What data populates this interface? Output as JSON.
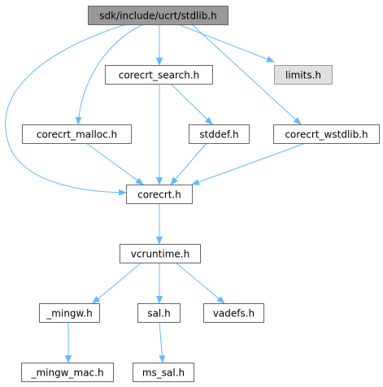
{
  "colors": {
    "edge": "#63b8ff",
    "node_fill": "#ffffff",
    "node_border": "#666666",
    "root_fill": "#999999",
    "root_border": "#666666",
    "external_fill": "#e0e0e0",
    "external_border": "#999999",
    "text": "#000000"
  },
  "nodes": [
    {
      "id": "stdlib",
      "label": "sdk/include/ucrt/stdlib.h",
      "style": "root"
    },
    {
      "id": "corecrt_search",
      "label": "corecrt_search.h",
      "style": "normal"
    },
    {
      "id": "limits",
      "label": "limits.h",
      "style": "external"
    },
    {
      "id": "corecrt_malloc",
      "label": "corecrt_malloc.h",
      "style": "normal"
    },
    {
      "id": "stddef",
      "label": "stddef.h",
      "style": "normal"
    },
    {
      "id": "corecrt_wstdlib",
      "label": "corecrt_wstdlib.h",
      "style": "normal"
    },
    {
      "id": "corecrt",
      "label": "corecrt.h",
      "style": "normal"
    },
    {
      "id": "vcruntime",
      "label": "vcruntime.h",
      "style": "normal"
    },
    {
      "id": "mingw",
      "label": "_mingw.h",
      "style": "normal"
    },
    {
      "id": "sal",
      "label": "sal.h",
      "style": "normal"
    },
    {
      "id": "vadefs",
      "label": "vadefs.h",
      "style": "normal"
    },
    {
      "id": "mingw_mac",
      "label": "_mingw_mac.h",
      "style": "normal"
    },
    {
      "id": "ms_sal",
      "label": "ms_sal.h",
      "style": "normal"
    }
  ],
  "edges": [
    {
      "from": "stdlib",
      "to": "corecrt_search"
    },
    {
      "from": "stdlib",
      "to": "limits"
    },
    {
      "from": "stdlib",
      "to": "corecrt_malloc"
    },
    {
      "from": "stdlib",
      "to": "corecrt_wstdlib"
    },
    {
      "from": "stdlib",
      "to": "corecrt"
    },
    {
      "from": "corecrt_search",
      "to": "stddef"
    },
    {
      "from": "corecrt_search",
      "to": "corecrt"
    },
    {
      "from": "corecrt_malloc",
      "to": "corecrt"
    },
    {
      "from": "stddef",
      "to": "corecrt"
    },
    {
      "from": "corecrt_wstdlib",
      "to": "corecrt"
    },
    {
      "from": "corecrt",
      "to": "vcruntime"
    },
    {
      "from": "vcruntime",
      "to": "mingw"
    },
    {
      "from": "vcruntime",
      "to": "sal"
    },
    {
      "from": "vcruntime",
      "to": "vadefs"
    },
    {
      "from": "mingw",
      "to": "mingw_mac"
    },
    {
      "from": "sal",
      "to": "ms_sal"
    }
  ]
}
